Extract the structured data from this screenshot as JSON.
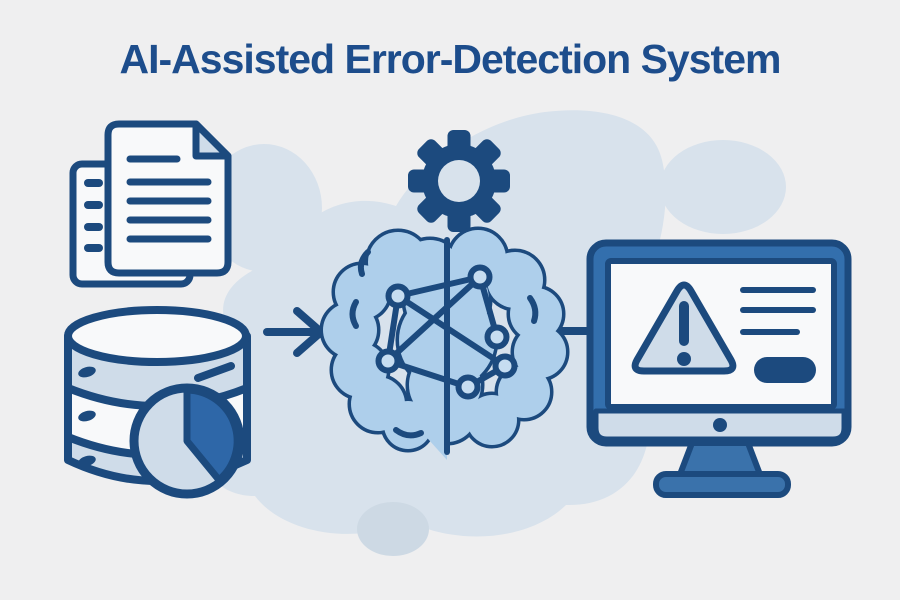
{
  "title": "AI-Assisted Error-Detection System",
  "colors": {
    "background": "#efeff0",
    "blob": "#d8e2ec",
    "blob_dark": "#cdd9e4",
    "navy": "#1c4a7e",
    "title_navy": "#1d4d8c",
    "medium_blue": "#336fad",
    "stand_blue": "#3a72ab",
    "brain_fill": "#aecfeb",
    "node_fill": "#c6ddf1",
    "light_fill": "#cfdce9",
    "screen_white": "#f8f9fa",
    "wedge_blue": "#2e67a8"
  },
  "diagram": {
    "icons": [
      "documents-icon",
      "database-icon",
      "pie-chart-icon",
      "arrow-right-icon",
      "gear-icon",
      "ai-brain-icon",
      "neural-network-icon",
      "monitor-icon",
      "warning-triangle-icon",
      "alert-text-lines",
      "action-pill"
    ],
    "flow": "documents + database -> arrow -> gear + brain -> line -> monitor alert"
  }
}
